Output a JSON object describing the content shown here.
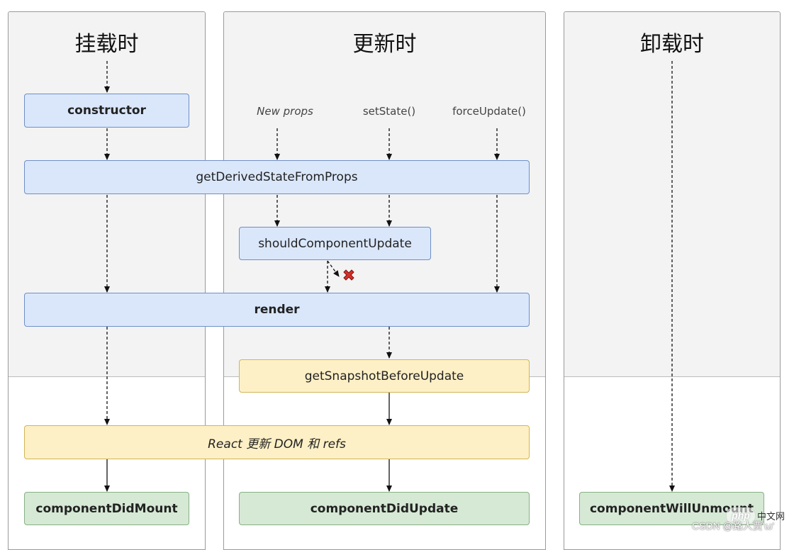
{
  "columns": {
    "mount": "挂载时",
    "update": "更新时",
    "unmount": "卸载时"
  },
  "triggers": {
    "new_props": "New props",
    "set_state": "setState()",
    "force_update": "forceUpdate()"
  },
  "boxes": {
    "constructor": "constructor",
    "get_derived": "getDerivedStateFromProps",
    "should_update": "shouldComponentUpdate",
    "render": "render",
    "get_snapshot": "getSnapshotBeforeUpdate",
    "react_update": "React 更新 DOM 和 refs",
    "did_mount": "componentDidMount",
    "did_update": "componentDidUpdate",
    "will_unmount": "componentWillUnmount"
  },
  "watermark": {
    "logo": "php",
    "site": "中文网",
    "credit": "CSDN @路人贾'ω'"
  },
  "colors": {
    "phase_blue": "#dae7fb",
    "phase_yellow": "#fdf0c6",
    "phase_green": "#d6e9d5",
    "reject_x": "#d9302a"
  }
}
